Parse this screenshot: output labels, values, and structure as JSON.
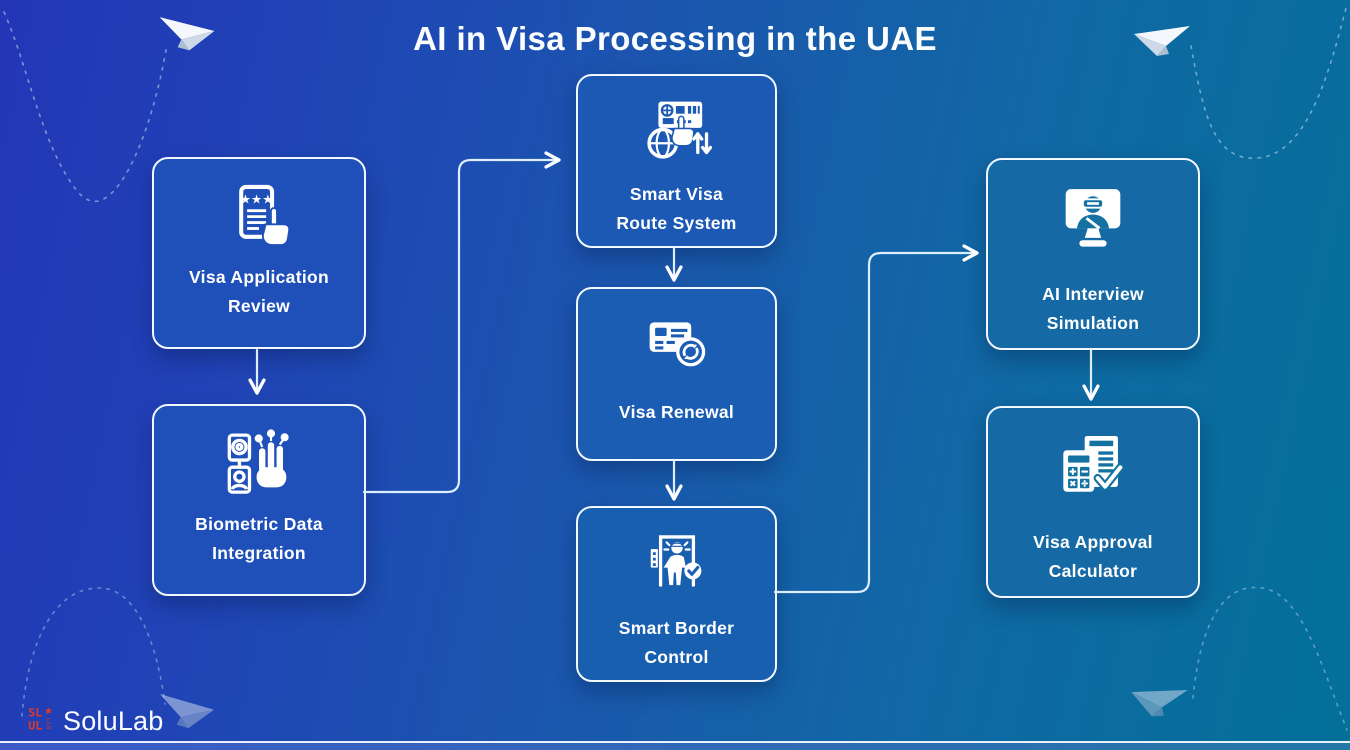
{
  "title": "AI in Visa Processing in the UAE",
  "brand": {
    "name": "SoluLab"
  },
  "colors": {
    "background_left": "#2336B6",
    "background_right": "#03709A",
    "card_fill_left": "#1F50BA",
    "card_fill_middle": "#1B5BB2",
    "card_fill_right": "#1569A4",
    "card_border": "#F2F8FF",
    "connector": "#DCEEFF",
    "text": "#FFFFFF",
    "logo_mark_red": "#DA3A2C"
  },
  "nodes": [
    {
      "id": "visa-application-review",
      "icon": "visa-application-review-icon",
      "lines": [
        "Visa Application",
        "Review"
      ]
    },
    {
      "id": "biometric-data-integration",
      "icon": "biometric-data-integration-icon",
      "lines": [
        "Biometric Data",
        "Integration"
      ]
    },
    {
      "id": "smart-visa-route-system",
      "icon": "smart-visa-route-system-icon",
      "lines": [
        "Smart Visa",
        "Route System"
      ]
    },
    {
      "id": "visa-renewal",
      "icon": "visa-renewal-icon",
      "lines": [
        "Visa Renewal"
      ]
    },
    {
      "id": "smart-border-control",
      "icon": "smart-border-control-icon",
      "lines": [
        "Smart Border",
        "Control"
      ]
    },
    {
      "id": "ai-interview-simulation",
      "icon": "ai-interview-simulation-icon",
      "lines": [
        "AI Interview",
        "Simulation"
      ]
    },
    {
      "id": "visa-approval-calculator",
      "icon": "visa-approval-calculator-icon",
      "lines": [
        "Visa Approval",
        "Calculator"
      ]
    }
  ],
  "connections": [
    {
      "from": "visa-application-review",
      "to": "biometric-data-integration"
    },
    {
      "from": "biometric-data-integration",
      "to": "smart-visa-route-system"
    },
    {
      "from": "smart-visa-route-system",
      "to": "visa-renewal"
    },
    {
      "from": "visa-renewal",
      "to": "smart-border-control"
    },
    {
      "from": "smart-border-control",
      "to": "ai-interview-simulation"
    },
    {
      "from": "ai-interview-simulation",
      "to": "visa-approval-calculator"
    }
  ],
  "decorations": {
    "paper_planes": [
      "top-left",
      "top-right",
      "bottom-right",
      "bottom-left"
    ]
  }
}
